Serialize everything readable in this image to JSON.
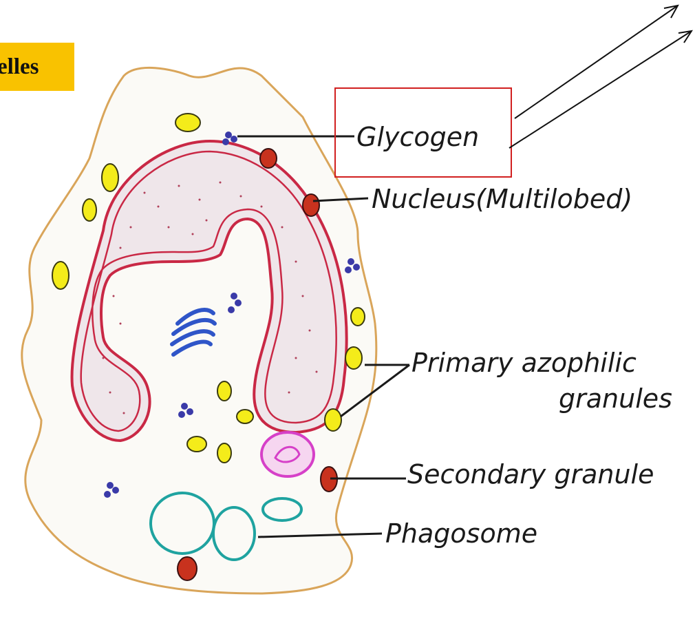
{
  "slide": {
    "title_fragment": "elles"
  },
  "labels": {
    "glycogen": "Glycogen",
    "nucleus": "Nucleus(Multilobed)",
    "primary_line1": "Primary azophilic",
    "primary_line2": "granules",
    "secondary": "Secondary granule",
    "phagosome": "Phagosome"
  },
  "colors": {
    "title_bg": "#f9c200",
    "membrane": "#d9a55a",
    "nucleus": "#c92845",
    "primary_granule": "#f4ec1a",
    "secondary_granule": "#c8321e",
    "glycogen": "#3a3aa8",
    "golgi": "#2f55c8",
    "lysosome": "#d640c8",
    "phagosome": "#1fa3a0",
    "highlight_box": "#d11f1f"
  }
}
